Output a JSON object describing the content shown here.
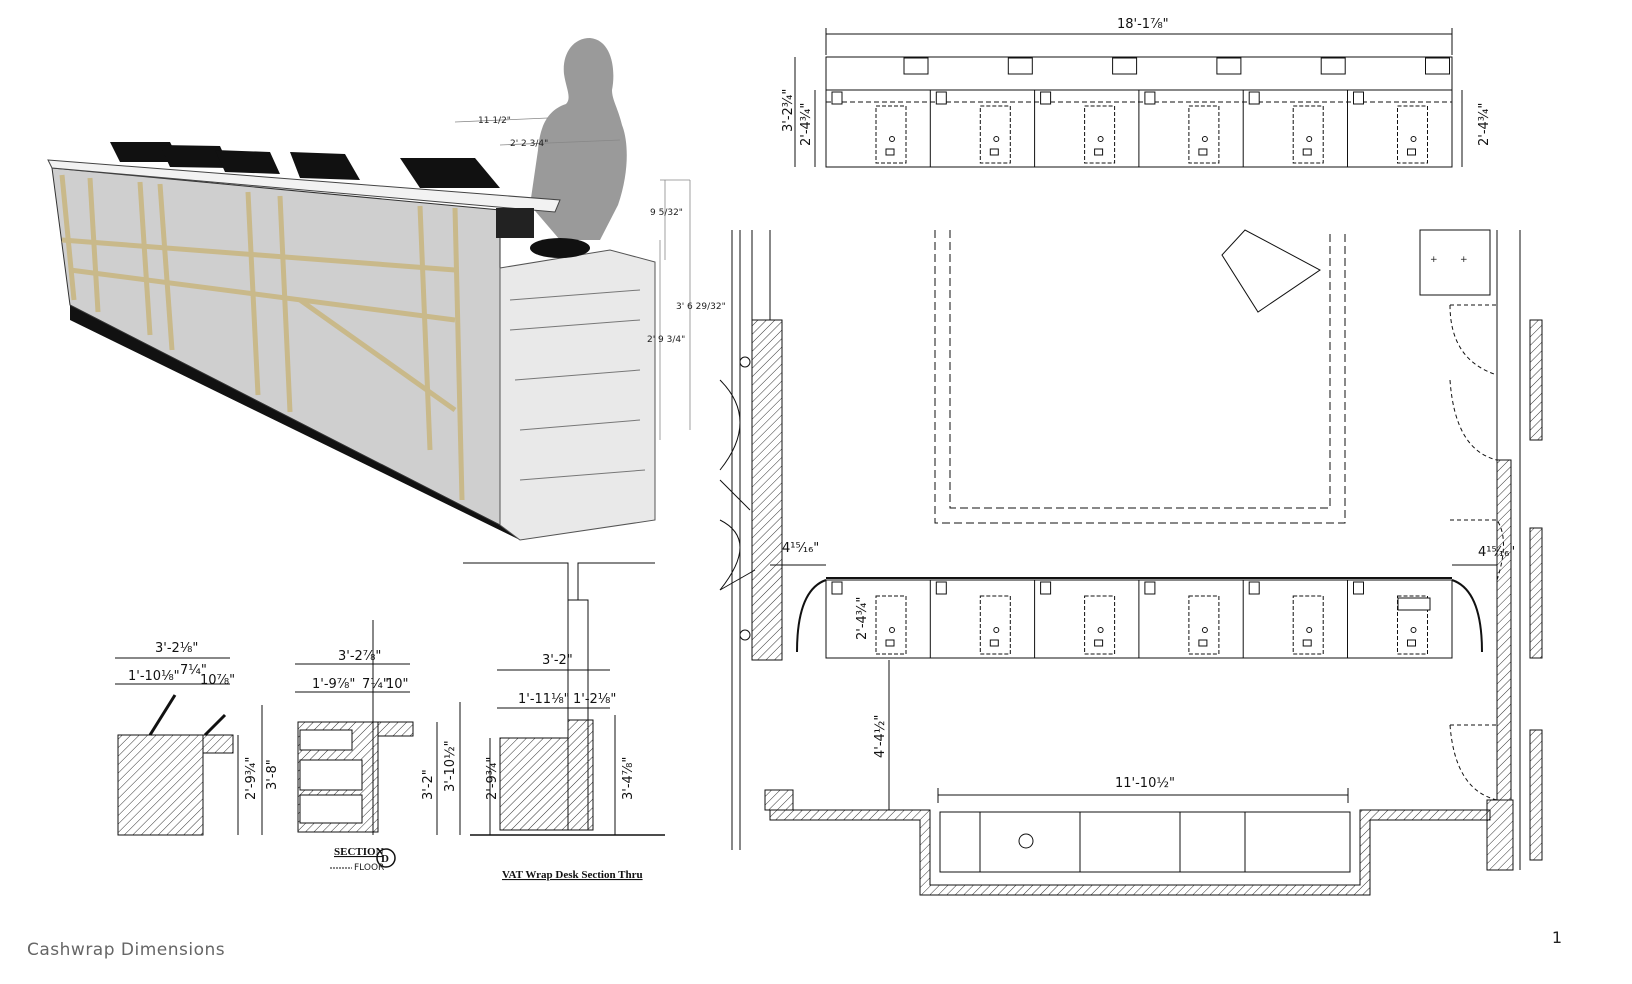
{
  "page": {
    "caption": "Cashwrap Dimensions",
    "page_number": "1"
  },
  "perspective": {
    "dims": [
      "11 1/2\"",
      "2' 2 3/4\"",
      "9 5/32\"",
      "3' 6 29/32\"",
      "2' 9 3/4\""
    ]
  },
  "sections": {
    "left": {
      "top": "3'-2⅛\"",
      "a": "1'-10⅛\"",
      "b": "7¼\"",
      "c": "10⅞\"",
      "h1": "2'-9¾\"",
      "h2": "3'-8\""
    },
    "middle": {
      "top": "3'-2⅞\"",
      "a": "1'-9⅞\"",
      "b": "7¼\"",
      "c": "10\"",
      "h1": "3'-2\"",
      "h2": "3'-10½\"",
      "label": "SECTION",
      "tag": "D",
      "sub": "FLOOR"
    },
    "right": {
      "top": "3'-2\"",
      "a": "1'-11⅛\"",
      "b": "1'-2⅛\"",
      "h1": "2'-9¾\"",
      "h2": "3'-4⅞\"",
      "title": "VAT Wrap Desk Section Thru"
    }
  },
  "plan_top": {
    "overall": "18'-1⅞\"",
    "left_h": "3'-2¾\"",
    "left_h2": "2'-4¾\"",
    "right_h": "2'-4¾\""
  },
  "floor_plan": {
    "side_left": "4¹⁵⁄₁₆\"",
    "side_right": "4¹⁵⁄₁₆\"",
    "desk_depth": "2'-4¾\"",
    "gap": "4'-4½\"",
    "bottom_width": "11'-10½\""
  }
}
